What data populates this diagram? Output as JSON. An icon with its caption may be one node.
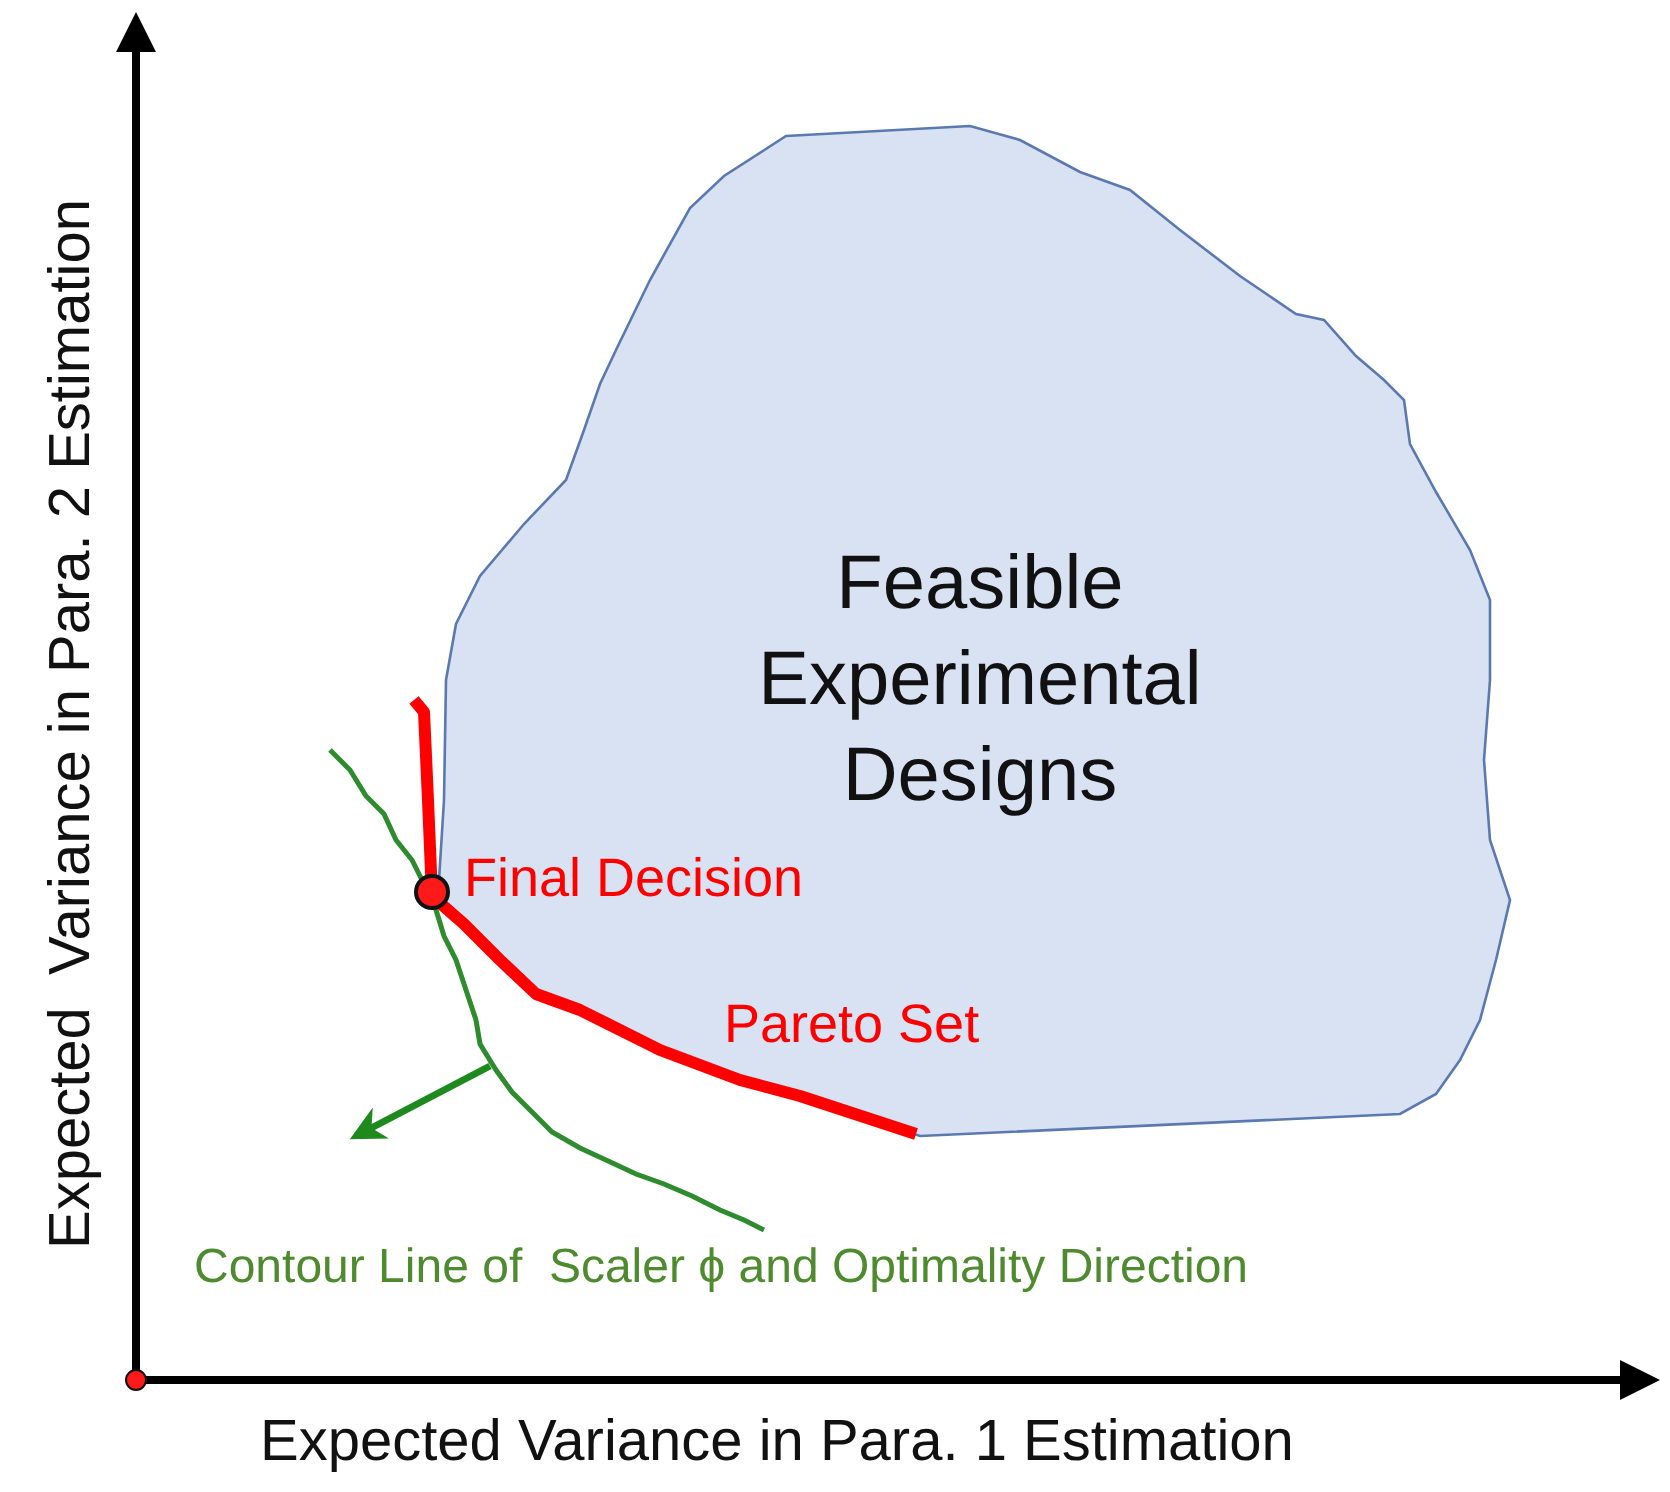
{
  "diagram": {
    "nodes": [
      {
        "text": [
          "Feasible Experimental Designs"
        ]
      },
      {
        "text": [],
        "shape": "circle",
        "beside": [
          "Final Decision"
        ]
      }
    ],
    "labels": [
      "Pareto Set",
      "Contour Line of  Scaler ϕ and Optimality Direction",
      "Expected  Variance in Para. 2 Estimation",
      "Expected Variance in Para. 1 Estimation"
    ]
  }
}
